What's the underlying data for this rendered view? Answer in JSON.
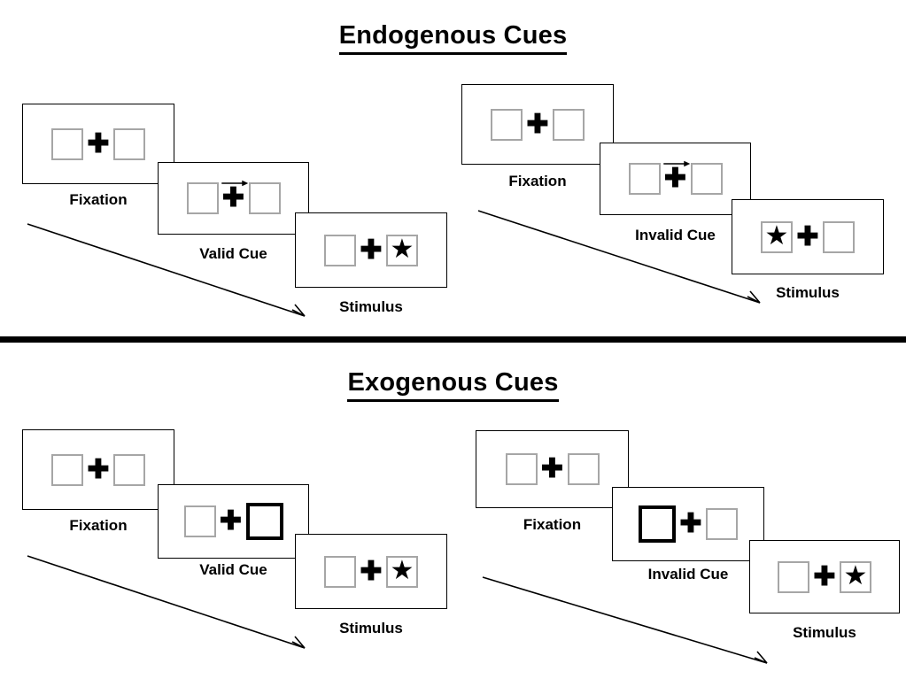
{
  "page": {
    "background": "#ffffff",
    "divider_color": "#000000",
    "box_border_color": "#a6a6a6",
    "cue_box_border_color": "#000000",
    "accent_color": "#000000"
  },
  "sections": [
    {
      "id": "endogenous",
      "title": "Endogenous Cues",
      "groups": [
        {
          "id": "endogenous-valid",
          "panels": [
            {
              "label": "Fixation",
              "left_box": "empty",
              "right_box": "empty",
              "center": "plus",
              "icon": "fixation-cross-icon"
            },
            {
              "label": "Valid Cue",
              "left_box": "empty",
              "right_box": "empty",
              "center": "plus-arrow",
              "icon": "arrow-right-cue-icon"
            },
            {
              "label": "Stimulus",
              "left_box": "empty",
              "right_box": "star",
              "center": "plus",
              "icon": "star-target-icon"
            }
          ],
          "time_arrow": "time-flow-arrow"
        },
        {
          "id": "endogenous-invalid",
          "panels": [
            {
              "label": "Fixation",
              "left_box": "empty",
              "right_box": "empty",
              "center": "plus",
              "icon": "fixation-cross-icon"
            },
            {
              "label": "Invalid Cue",
              "left_box": "empty",
              "right_box": "empty",
              "center": "plus-arrow",
              "icon": "arrow-right-cue-icon"
            },
            {
              "label": "Stimulus",
              "left_box": "star",
              "right_box": "empty",
              "center": "plus",
              "icon": "star-target-icon"
            }
          ],
          "time_arrow": "time-flow-arrow"
        }
      ]
    },
    {
      "id": "exogenous",
      "title": "Exogenous Cues",
      "groups": [
        {
          "id": "exogenous-valid",
          "panels": [
            {
              "label": "Fixation",
              "left_box": "empty",
              "right_box": "empty",
              "center": "plus",
              "icon": "fixation-cross-icon"
            },
            {
              "label": "Valid Cue",
              "left_box": "empty",
              "right_box": "flash",
              "center": "plus",
              "icon": "flash-box-cue-icon"
            },
            {
              "label": "Stimulus",
              "left_box": "empty",
              "right_box": "star",
              "center": "plus",
              "icon": "star-target-icon"
            }
          ],
          "time_arrow": "time-flow-arrow"
        },
        {
          "id": "exogenous-invalid",
          "panels": [
            {
              "label": "Fixation",
              "left_box": "empty",
              "right_box": "empty",
              "center": "plus",
              "icon": "fixation-cross-icon"
            },
            {
              "label": "Invalid Cue",
              "left_box": "flash",
              "right_box": "empty",
              "center": "plus",
              "icon": "flash-box-cue-icon"
            },
            {
              "label": "Stimulus",
              "left_box": "empty",
              "right_box": "star",
              "center": "plus",
              "icon": "star-target-icon"
            }
          ],
          "time_arrow": "time-flow-arrow"
        }
      ]
    }
  ],
  "glyphs": {
    "plus": "✚",
    "star": "★"
  }
}
